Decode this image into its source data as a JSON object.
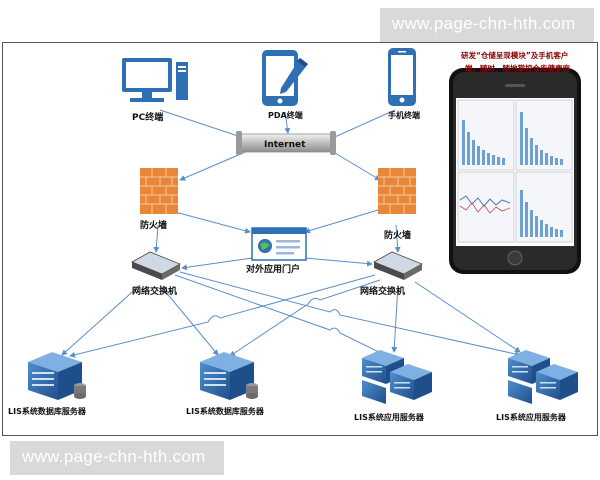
{
  "watermark": {
    "top": "www.page-chn-hth.com",
    "bottom": "www.page-chn-hth.com"
  },
  "nodes": {
    "pc_terminal": "PC终端",
    "pda_terminal": "PDA终端",
    "mobile_terminal": "手机终端",
    "internet": "Internet",
    "firewall_left": "防火墙",
    "firewall_right": "防火墙",
    "portal": "对外应用门户",
    "switch_left": "网络交换机",
    "switch_right": "网络交换机",
    "db_server_1": "LIS系统数据库服务器",
    "db_server_2": "LIS系统数据库服务器",
    "app_server_1": "LIS系统应用服务器",
    "app_server_2": "LIS系统应用服务器"
  },
  "phone_caption": {
    "line1": "研发“仓储呈现模块”及手机客户",
    "line2": "端，随时、随地掌控仓库健康度"
  },
  "colors": {
    "device_blue": "#2f6fb3",
    "firewall_orange": "#e8873a",
    "link_blue": "#5b8fc9",
    "server_blue": "#3a73b8"
  }
}
